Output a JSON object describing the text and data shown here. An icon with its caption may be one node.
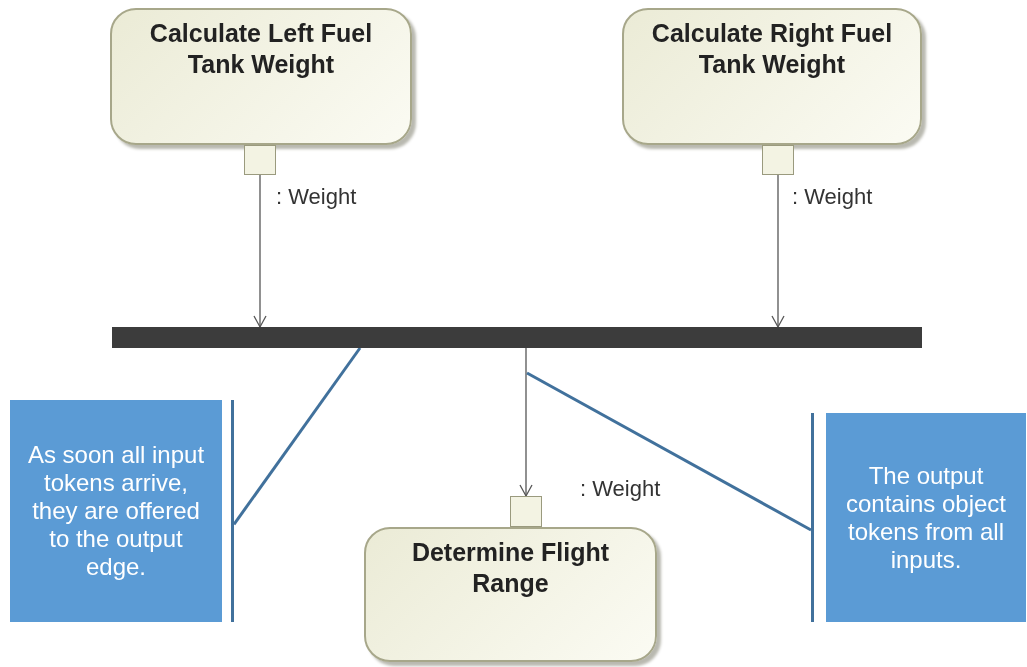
{
  "diagram": {
    "nodes": [
      {
        "text": [
          "Calculate Left Fuel Tank Weight"
        ]
      },
      {
        "text": [],
        "shape": "box",
        "beside": [
          ": Weight"
        ]
      },
      {
        "text": [
          "Calculate Right Fuel Tank Weight"
        ]
      },
      {
        "text": [],
        "shape": "box",
        "beside": [
          ": Weight"
        ]
      },
      {
        "text": [],
        "shape": "bar"
      },
      {
        "text": [],
        "shape": "box",
        "beside": [
          ": Weight"
        ]
      },
      {
        "text": [
          "Determine Flight Range"
        ]
      },
      {
        "text": [
          "As soon all input tokens arrive, they are offered to the output edge."
        ]
      },
      {
        "text": [
          "The output contains object tokens from all inputs."
        ]
      }
    ],
    "edges": [
      {
        "from": 1,
        "to": 4,
        "arrow": "to"
      },
      {
        "from": 3,
        "to": 4,
        "arrow": "to"
      },
      {
        "from": 4,
        "to": 5,
        "arrow": "to"
      },
      {
        "from": 7,
        "to": 4,
        "arrow": "none",
        "style": "thick",
        "color": "#41719c"
      },
      {
        "from": 8,
        "to": null,
        "arrow": "none",
        "style": "thick",
        "color": "#41719c"
      }
    ]
  }
}
